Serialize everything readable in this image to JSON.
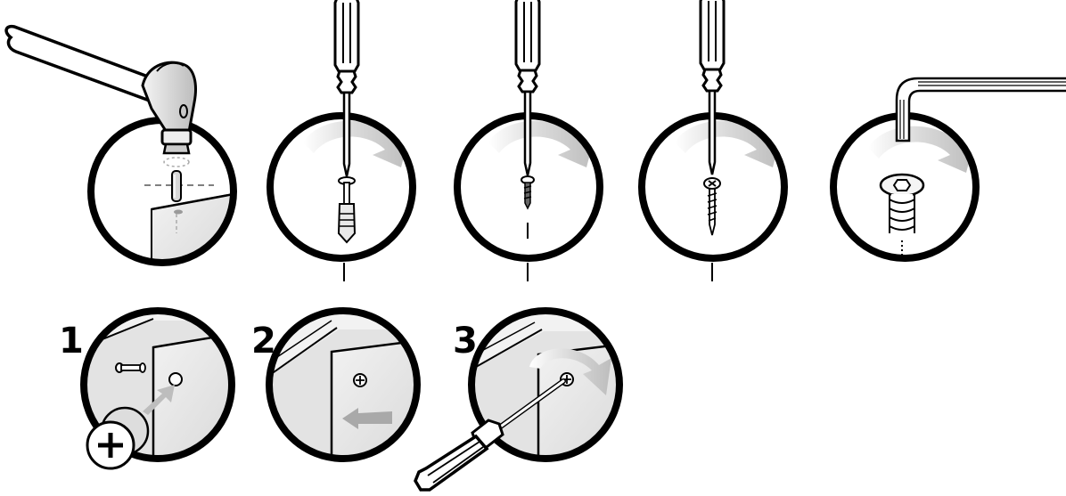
{
  "top_row": {
    "panels": [
      {
        "id": "hammer-dowel",
        "tool": "hammer-icon",
        "fastener": "dowel-icon",
        "action": "hammer-in"
      },
      {
        "id": "screwdriver-anchor",
        "tool": "screwdriver-icon",
        "fastener": "wall-anchor-icon",
        "action": "rotate-clockwise"
      },
      {
        "id": "screwdriver-short-screw",
        "tool": "screwdriver-icon",
        "fastener": "short-screw-icon",
        "action": "rotate-clockwise"
      },
      {
        "id": "screwdriver-wood-screw",
        "tool": "screwdriver-icon",
        "fastener": "wood-screw-icon",
        "action": "rotate-clockwise"
      },
      {
        "id": "allen-key-bolt",
        "tool": "allen-key-icon",
        "fastener": "hex-bolt-icon",
        "action": "rotate-clockwise"
      }
    ]
  },
  "bottom_row": {
    "steps": [
      {
        "number": "1",
        "tool": "cam-lock-icon",
        "action": "insert-cam-lock"
      },
      {
        "number": "2",
        "tool": "panel-icon",
        "action": "slide-panel-left"
      },
      {
        "number": "3",
        "tool": "screwdriver-icon",
        "action": "rotate-clockwise"
      }
    ]
  },
  "colors": {
    "ink": "#000000",
    "panel_fill": "#e6e6e6",
    "arrow_fill": "#c8c8c8",
    "background": "#ffffff"
  }
}
